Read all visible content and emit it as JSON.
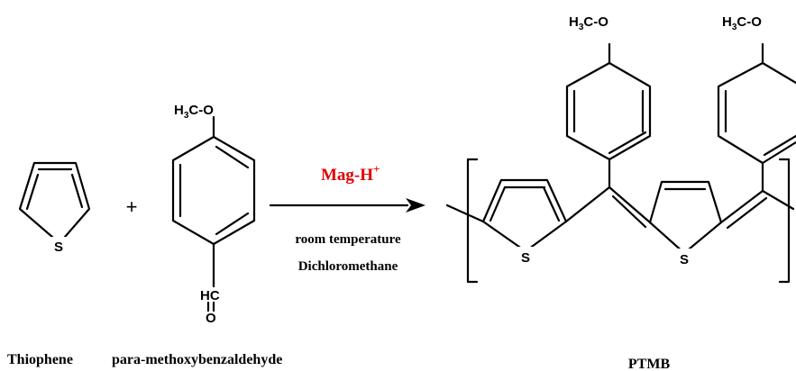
{
  "reactants": {
    "thiophene": {
      "ring_atom": "S",
      "name": "Thiophene"
    },
    "aldehyde": {
      "methoxy": {
        "prefix": "H",
        "sub": "3",
        "suffix": "C-O"
      },
      "carbonyl_c": "HC",
      "carbonyl_o": "O",
      "name": "para-methoxybenzaldehyde"
    },
    "plus_sign": "+"
  },
  "arrow": {
    "reagent": "Mag-H",
    "reagent_charge": "+",
    "condition_1": "room temperature",
    "condition_2": "Dichloromethane"
  },
  "product": {
    "ring_atom": "S",
    "methoxy": {
      "prefix": "H",
      "sub": "3",
      "suffix": "C-O"
    },
    "name": "PTMB"
  }
}
